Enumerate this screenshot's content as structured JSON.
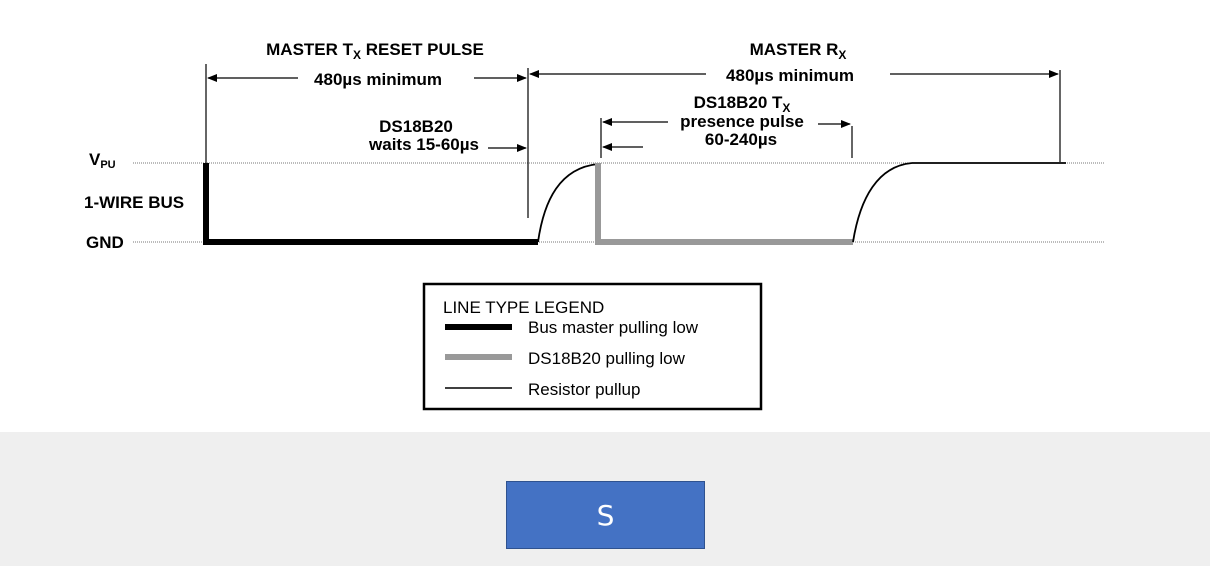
{
  "diagram": {
    "header_master_tx": {
      "main": "MASTER T",
      "sub": "X",
      "rest": " RESET PULSE"
    },
    "header_master_tx_time": "480µs minimum",
    "header_master_rx": {
      "main": "MASTER R",
      "sub": "X"
    },
    "header_master_rx_time": "480µs minimum",
    "ds18b20_tx": {
      "main": "DS18B20 T",
      "sub": "X"
    },
    "presence_pulse": "presence pulse",
    "presence_pulse_time": "60-240µs",
    "ds18b20_waits_line1": "DS18B20",
    "ds18b20_waits_line2": "waits 15-60µs",
    "vpu": {
      "main": "V",
      "sub": "PU"
    },
    "bus_label": "1-WIRE BUS",
    "gnd_label": "GND",
    "legend": {
      "title": "LINE TYPE LEGEND",
      "items": [
        {
          "label": "Bus master pulling low",
          "color": "#000000"
        },
        {
          "label": "DS18B20 pulling low",
          "color": "#999999"
        },
        {
          "label": "Resistor pullup",
          "color": "#000000"
        }
      ]
    }
  },
  "button": {
    "label": "S",
    "color": "#4472c4"
  }
}
